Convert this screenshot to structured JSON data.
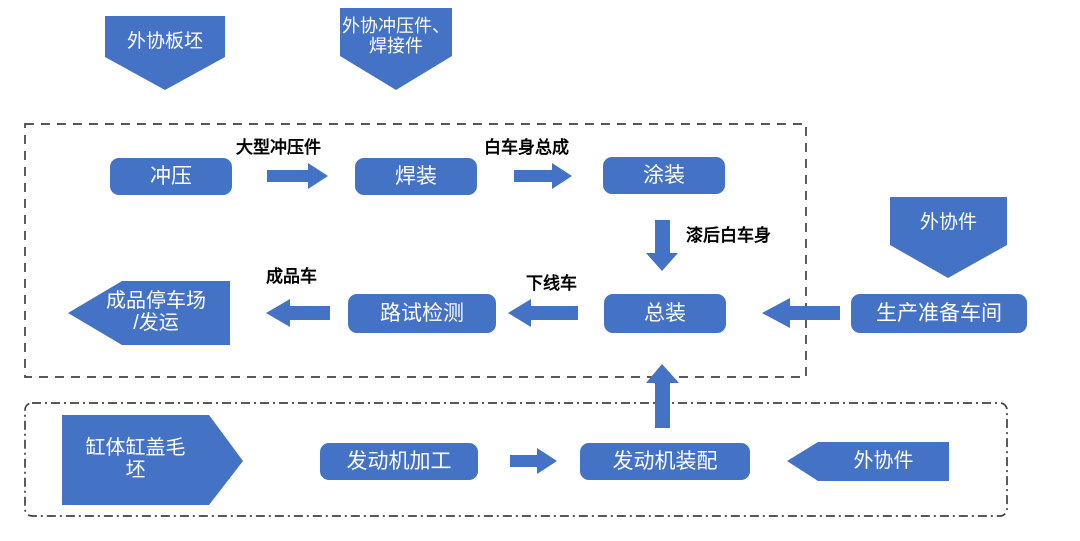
{
  "theme": {
    "shape_fill": "#4472C4",
    "shape_text": "#ffffff",
    "label_text": "#000000",
    "container_border": "#404040",
    "background": "#ffffff"
  },
  "diagram": {
    "type": "process-flowchart",
    "title": "",
    "containers": [
      {
        "id": "vehicle-plant",
        "name": "vehicle-assembly-area",
        "border_style": "dashed",
        "label": ""
      },
      {
        "id": "engine-plant",
        "name": "engine-area",
        "border_style": "dash-dot",
        "label": ""
      }
    ],
    "inputs": [
      {
        "id": "input-blank",
        "label": "外协板坯",
        "shape": "pentagon-down"
      },
      {
        "id": "input-stamp-weld",
        "label": "外协冲压件、\n焊接件",
        "shape": "pentagon-down"
      },
      {
        "id": "input-outsourced-parts",
        "label": "外协件",
        "shape": "pentagon-down"
      },
      {
        "id": "input-engine-outsourced",
        "label": "外协件",
        "shape": "chevron-left"
      }
    ],
    "nodes": [
      {
        "id": "stamping",
        "label": "冲压",
        "shape": "rounded-rect"
      },
      {
        "id": "welding",
        "label": "焊装",
        "shape": "rounded-rect"
      },
      {
        "id": "painting",
        "label": "涂装",
        "shape": "rounded-rect"
      },
      {
        "id": "final-assembly",
        "label": "总装",
        "shape": "rounded-rect"
      },
      {
        "id": "road-test",
        "label": "路试检测",
        "shape": "rounded-rect"
      },
      {
        "id": "production-prep",
        "label": "生产准备车间",
        "shape": "rounded-rect"
      },
      {
        "id": "engine-machining",
        "label": "发动机加工",
        "shape": "rounded-rect"
      },
      {
        "id": "engine-assembly",
        "label": "发动机装配",
        "shape": "rounded-rect"
      }
    ],
    "outputs": [
      {
        "id": "finished-lot",
        "label": "成品停车场\n/发运",
        "shape": "chevron-left"
      },
      {
        "id": "cylinder-blank",
        "label": "缸体缸盖毛\n坯",
        "shape": "chevron-right"
      }
    ],
    "edges": [
      {
        "id": "e-stamp-weld",
        "from": "stamping",
        "to": "welding",
        "label": "大型冲压件",
        "direction": "right"
      },
      {
        "id": "e-weld-paint",
        "from": "welding",
        "to": "painting",
        "label": "白车身总成",
        "direction": "right"
      },
      {
        "id": "e-paint-assy",
        "from": "painting",
        "to": "final-assembly",
        "label": "漆后白车身",
        "direction": "down"
      },
      {
        "id": "e-assy-test",
        "from": "final-assembly",
        "to": "road-test",
        "label": "下线车",
        "direction": "left"
      },
      {
        "id": "e-test-lot",
        "from": "road-test",
        "to": "finished-lot",
        "label": "成品车",
        "direction": "left"
      },
      {
        "id": "e-prep-assy",
        "from": "production-prep",
        "to": "final-assembly",
        "label": "",
        "direction": "left"
      },
      {
        "id": "e-engine-up",
        "from": "engine-assembly",
        "to": "final-assembly",
        "label": "",
        "direction": "up"
      },
      {
        "id": "e-mach-asm",
        "from": "engine-machining",
        "to": "engine-assembly",
        "label": "",
        "direction": "right"
      }
    ]
  }
}
